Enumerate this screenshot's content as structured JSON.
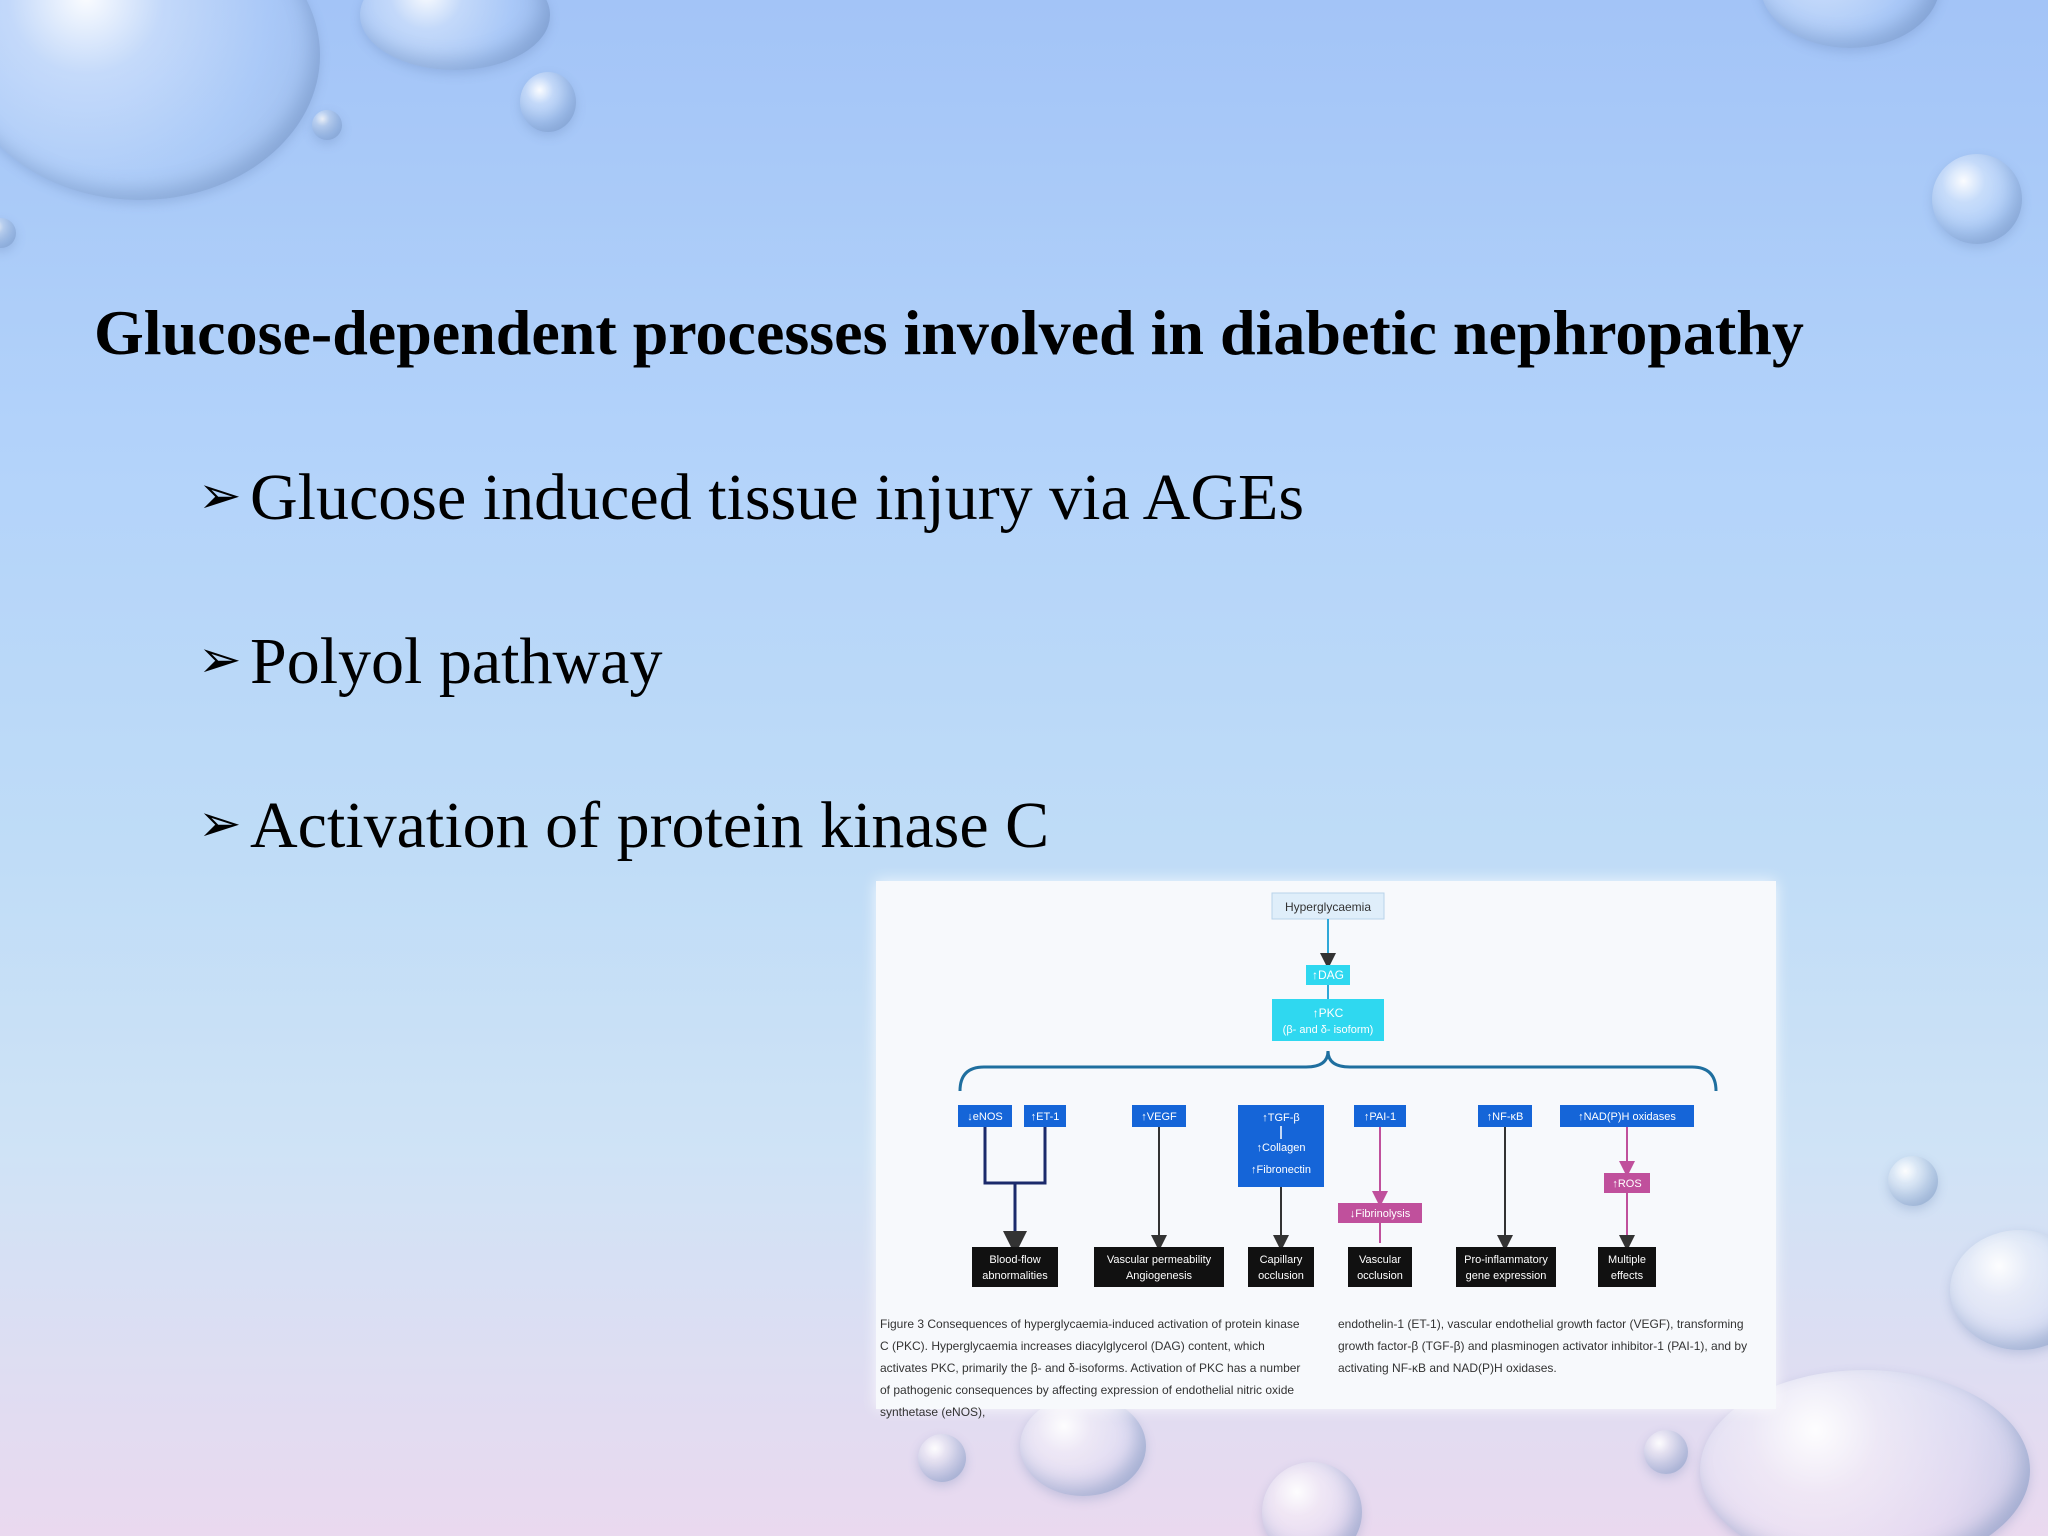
{
  "title": "Glucose-dependent processes involved in diabetic nephropathy",
  "bullets": [
    {
      "marker": "➢",
      "text": "Glucose induced tissue injury via AGEs"
    },
    {
      "marker": "➢",
      "text": "Polyol pathway"
    },
    {
      "marker": "➢",
      "text": "Activation of protein kinase C"
    }
  ],
  "figure": {
    "top_node": "Hyperglycaemia",
    "dag": "↑DAG",
    "pkc_line1": "↑PKC",
    "pkc_line2": "(β- and δ- isoform)",
    "mediators": {
      "enos": "↓eNOS",
      "et1": "↑ET-1",
      "vegf": "↑VEGF",
      "tgfb": "↑TGF-β",
      "collagen": "↑Collagen",
      "fibronectin": "↑Fibronectin",
      "pai1": "↑PAI-1",
      "nfkb": "↑NF-κB",
      "nadph": "↑NAD(P)H oxidases"
    },
    "intermediates": {
      "fibrinolysis": "↓Fibrinolysis",
      "ros": "↑ROS"
    },
    "outcomes": {
      "bloodflow": [
        "Blood-flow",
        "abnormalities"
      ],
      "vascperm": [
        "Vascular permeability",
        "Angiogenesis"
      ],
      "capillary": [
        "Capillary",
        "occlusion"
      ],
      "vascocc": [
        "Vascular",
        "occlusion"
      ],
      "proinfl": [
        "Pro-inflammatory",
        "gene expression"
      ],
      "multiple": [
        "Multiple",
        "effects"
      ]
    },
    "caption_left": "Figure 3 Consequences of hyperglycaemia-induced activation of protein kinase C (PKC). Hyperglycaemia increases diacylglycerol (DAG) content, which activates PKC, primarily the β- and δ-isoforms. Activation of PKC has a number of pathogenic consequences by affecting expression of endothelial nitric oxide synthetase (eNOS),",
    "caption_right": "endothelin-1 (ET-1), vascular endothelial growth factor (VEGF), transforming growth factor-β (TGF-β) and plasminogen activator inhibitor-1 (PAI-1), and by activating NF-κB and NAD(P)H oxidases."
  },
  "colors": {
    "background_top": "#a3c4f7",
    "background_bottom": "#ead9ef",
    "mediator_blue": "#1565d8",
    "pkc_cyan": "#2fd8f0",
    "top_node": "#dfeefa",
    "intermediate_pink": "#c0509c",
    "outcome_black": "#111111",
    "line_navy": "#1b2a6b"
  }
}
